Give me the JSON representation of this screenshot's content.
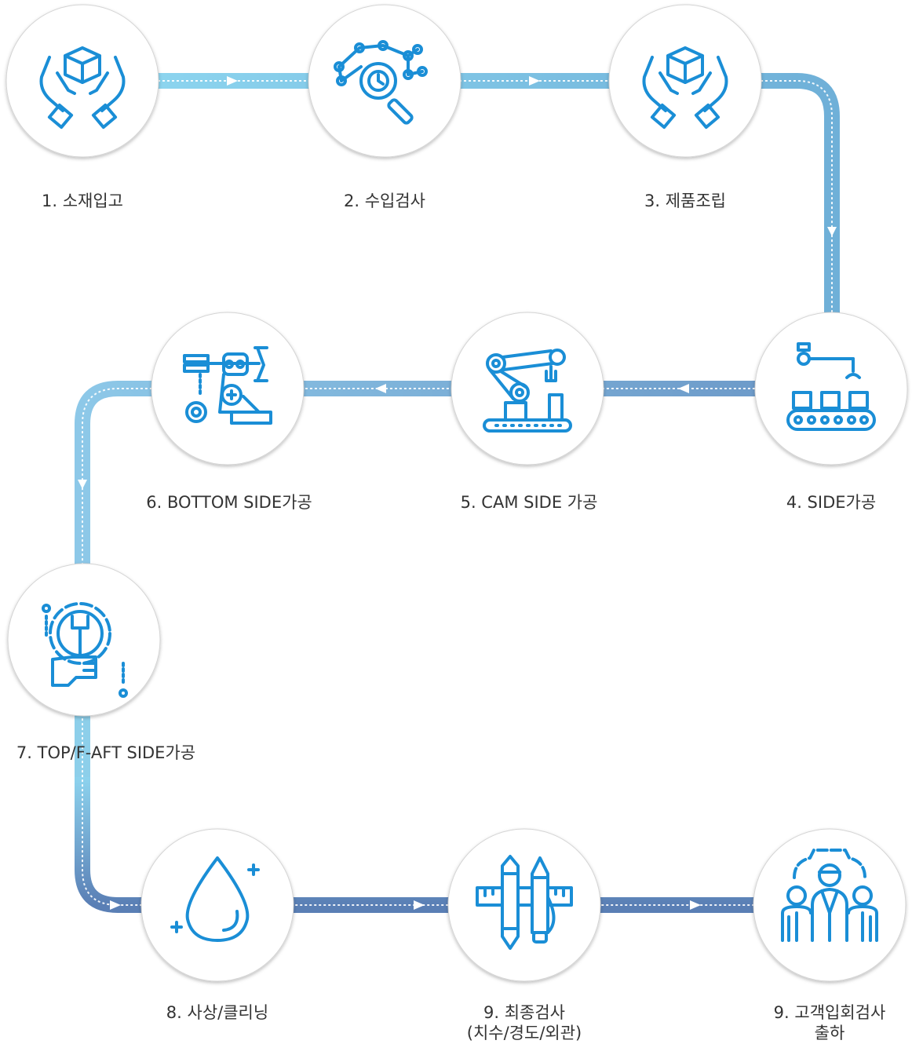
{
  "colors": {
    "path_light": "#8dd3ee",
    "path_mid": "#6fa8d3",
    "path_dark": "#5a7fb5",
    "icon": "#1a8ed6",
    "text": "#333333"
  },
  "steps": [
    {
      "label": "1. 소재입고",
      "icon": "hands-box-icon"
    },
    {
      "label": "2. 수입검사",
      "icon": "magnifier-network-icon"
    },
    {
      "label": "3. 제품조립",
      "icon": "hands-box-icon"
    },
    {
      "label": "4. SIDE가공",
      "icon": "robot-conveyor-icon"
    },
    {
      "label": "5. CAM SIDE 가공",
      "icon": "robot-arm-icon"
    },
    {
      "label": "6. BOTTOM SIDE가공",
      "icon": "robot-gear-icon"
    },
    {
      "label": "7. TOP/F-AFT SIDE가공",
      "icon": "wrench-gear-icon"
    },
    {
      "label": "8. 사상/클리닝",
      "icon": "water-drop-icon"
    },
    {
      "label": "9. 최종검사",
      "label2": "(치수/경도/외관)",
      "icon": "ruler-pens-icon"
    },
    {
      "label": "9. 고객입회검사",
      "label2": "출하",
      "icon": "team-icon"
    }
  ]
}
